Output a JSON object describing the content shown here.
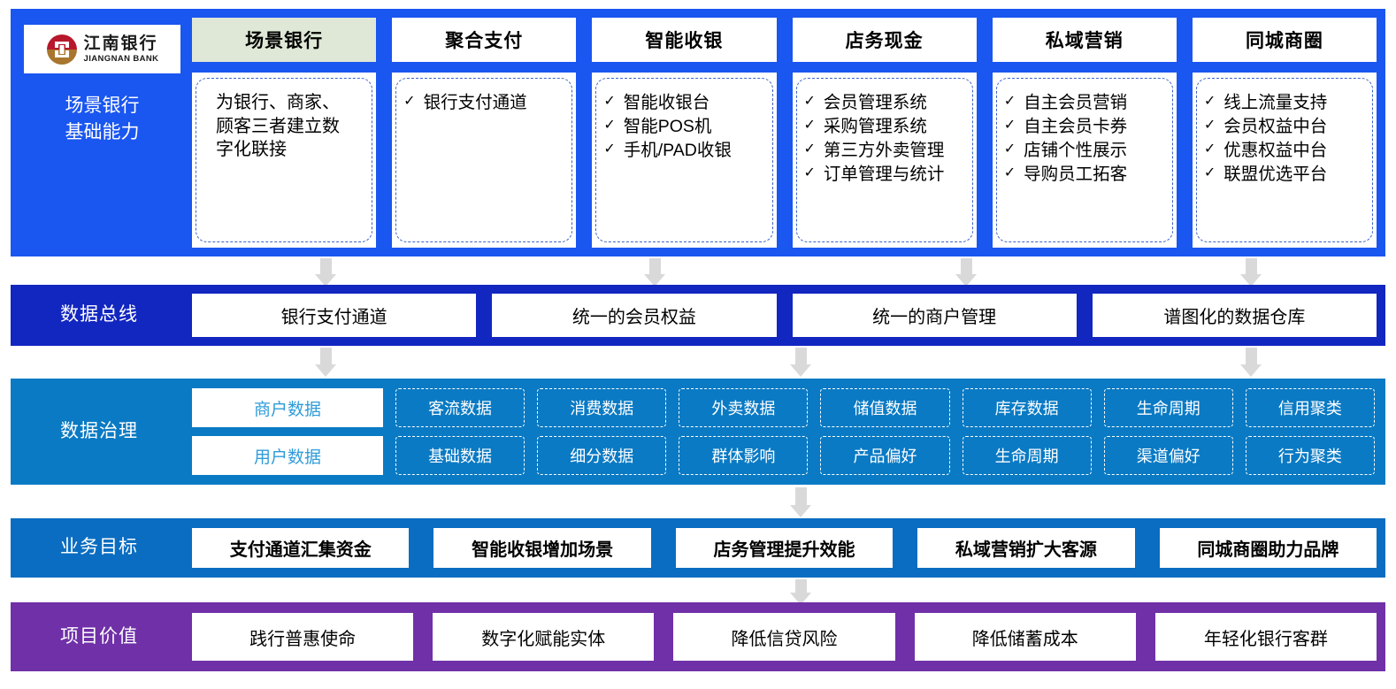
{
  "brand": {
    "name_cn": "江南银行",
    "name_en": "JIANGNAN BANK",
    "logo_colors": {
      "top": "#b8182c",
      "bottom": "#a8762c"
    }
  },
  "theme": {
    "scenario_band": "#1a56f0",
    "bus_band": "#1226c0",
    "governance_band": "#0a7ac4",
    "goal_band": "#0a6dc1",
    "value_band": "#7030a8",
    "arrow": "#d9d9d9",
    "active_tab": "#dfe8d6",
    "card_border": "#3a63c8",
    "gov_head_text": "#2f9cd8"
  },
  "scenario": {
    "label": "场景银行\n基础能力",
    "label_line1": "场景银行",
    "label_line2": "基础能力",
    "tabs": [
      {
        "label": "场景银行",
        "active": true
      },
      {
        "label": "聚合支付",
        "active": false
      },
      {
        "label": "智能收银",
        "active": false
      },
      {
        "label": "店务现金",
        "active": false
      },
      {
        "label": "私域营销",
        "active": false
      },
      {
        "label": "同城商圈",
        "active": false
      }
    ],
    "cards": [
      {
        "type": "paragraph",
        "text": "为银行、商家、顾客三者建立数字化联接"
      },
      {
        "type": "list",
        "items": [
          "银行支付通道"
        ]
      },
      {
        "type": "list",
        "items": [
          "智能收银台",
          "智能POS机",
          "手机/PAD收银"
        ]
      },
      {
        "type": "list",
        "items": [
          "会员管理系统",
          "采购管理系统",
          "第三方外卖管理",
          "订单管理与统计"
        ]
      },
      {
        "type": "list",
        "items": [
          "自主会员营销",
          "自主会员卡券",
          "店铺个性展示",
          "导购员工拓客"
        ]
      },
      {
        "type": "list",
        "items": [
          "线上流量支持",
          "会员权益中台",
          "优惠权益中台",
          "联盟优选平台"
        ]
      }
    ]
  },
  "bus": {
    "label": "数据总线",
    "items": [
      "银行支付通道",
      "统一的会员权益",
      "统一的商户管理",
      "谱图化的数据仓库"
    ]
  },
  "governance": {
    "label": "数据治理",
    "rows": [
      {
        "head": "商户数据",
        "chips": [
          "客流数据",
          "消费数据",
          "外卖数据",
          "储值数据",
          "库存数据",
          "生命周期",
          "信用聚类"
        ]
      },
      {
        "head": "用户数据",
        "chips": [
          "基础数据",
          "细分数据",
          "群体影响",
          "产品偏好",
          "生命周期",
          "渠道偏好",
          "行为聚类"
        ]
      }
    ]
  },
  "goal": {
    "label": "业务目标",
    "items": [
      "支付通道汇集资金",
      "智能收银增加场景",
      "店务管理提升效能",
      "私域营销扩大客源",
      "同城商圈助力品牌"
    ]
  },
  "value": {
    "label": "项目价值",
    "items": [
      "践行普惠使命",
      "数字化赋能实体",
      "降低信贷风险",
      "降低储蓄成本",
      "年轻化银行客群"
    ]
  },
  "arrows": {
    "bus_inflow_x": [
      368,
      740,
      1092,
      1414
    ],
    "gov_inflow_x": [
      368,
      905,
      1414
    ],
    "goal_inflow_x": [
      905
    ],
    "value_inflow_x": [
      905
    ]
  }
}
